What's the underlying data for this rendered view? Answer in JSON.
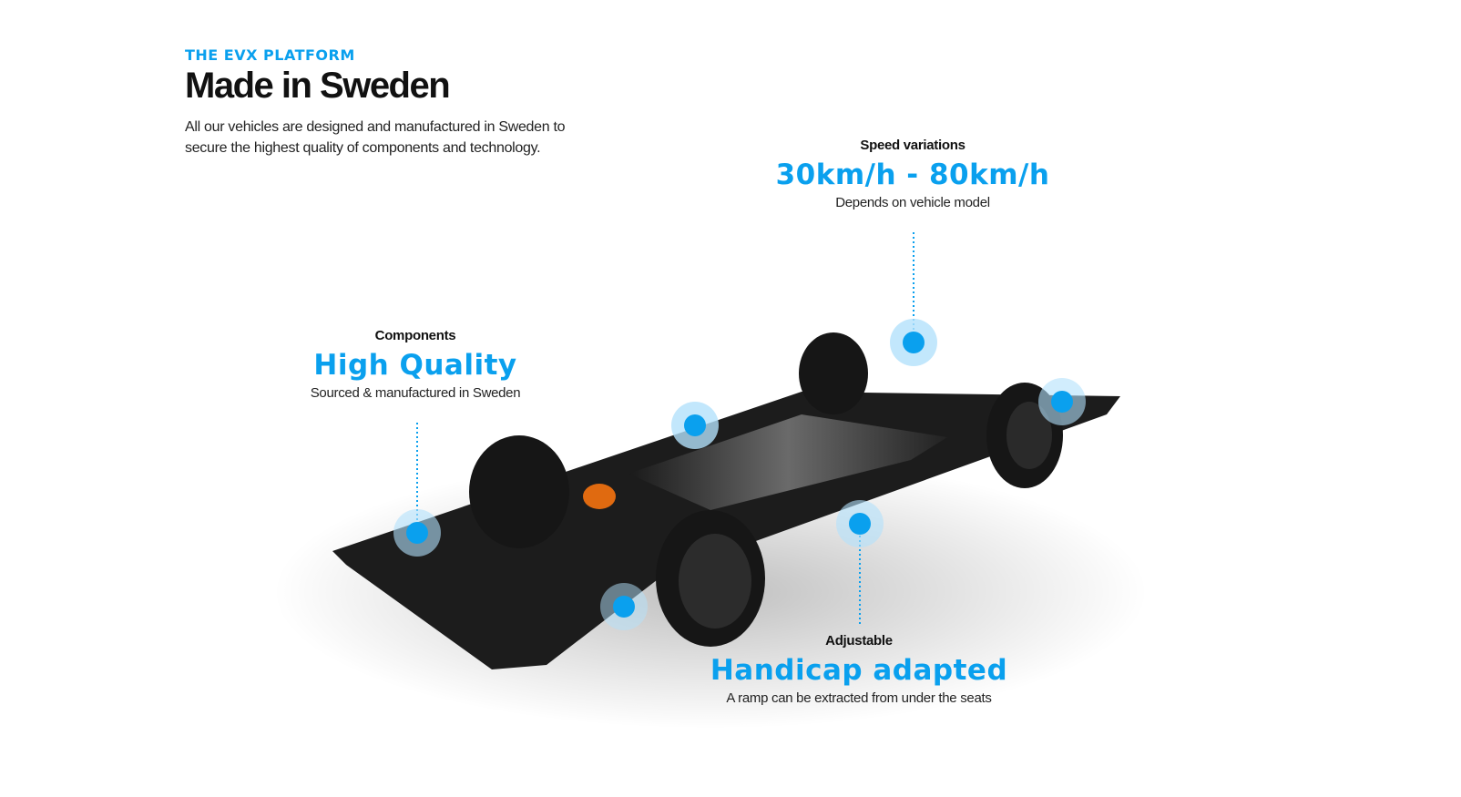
{
  "header": {
    "eyebrow": "THE EVX PLATFORM",
    "title": "Made in Sweden",
    "intro": "All our vehicles are designed and manufactured in Sweden to secure the highest quality of components and technology."
  },
  "callouts": [
    {
      "label": "Speed variations",
      "value": "30km/h - 80km/h",
      "description": "Depends on vehicle model"
    },
    {
      "label": "Components",
      "value": "High Quality",
      "description": "Sourced & manufactured in Sweden"
    },
    {
      "label": "Adjustable",
      "value": "Handicap adapted",
      "description": "A ramp can be extracted from under the seats"
    }
  ],
  "colors": {
    "accent": "#0aa0ee",
    "halo": "#b3e1fb"
  }
}
